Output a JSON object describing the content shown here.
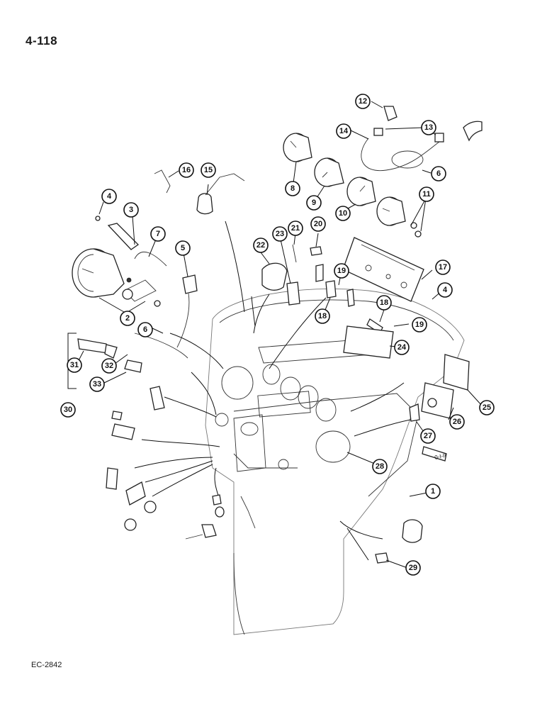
{
  "page": {
    "number": "4-118",
    "figure_code": "EC-2842"
  },
  "callouts": {
    "c1": "1",
    "c2": "2",
    "c3": "3",
    "c4a": "4",
    "c4b": "4",
    "c5": "5",
    "c6a": "6",
    "c6b": "6",
    "c7": "7",
    "c8": "8",
    "c9": "9",
    "c10": "10",
    "c11": "11",
    "c12": "12",
    "c13": "13",
    "c14": "14",
    "c15": "15",
    "c16": "16",
    "c17": "17",
    "c18a": "18",
    "c18b": "18",
    "c19a": "19",
    "c19b": "19",
    "c20": "20",
    "c21": "21",
    "c22": "22",
    "c23": "23",
    "c24": "24",
    "c25": "25",
    "c26": "26",
    "c27": "27",
    "c28": "28",
    "c29": "29",
    "c30": "30",
    "c31": "31",
    "c32": "32",
    "c33": "33"
  },
  "switch_symbol": "0-I-II"
}
